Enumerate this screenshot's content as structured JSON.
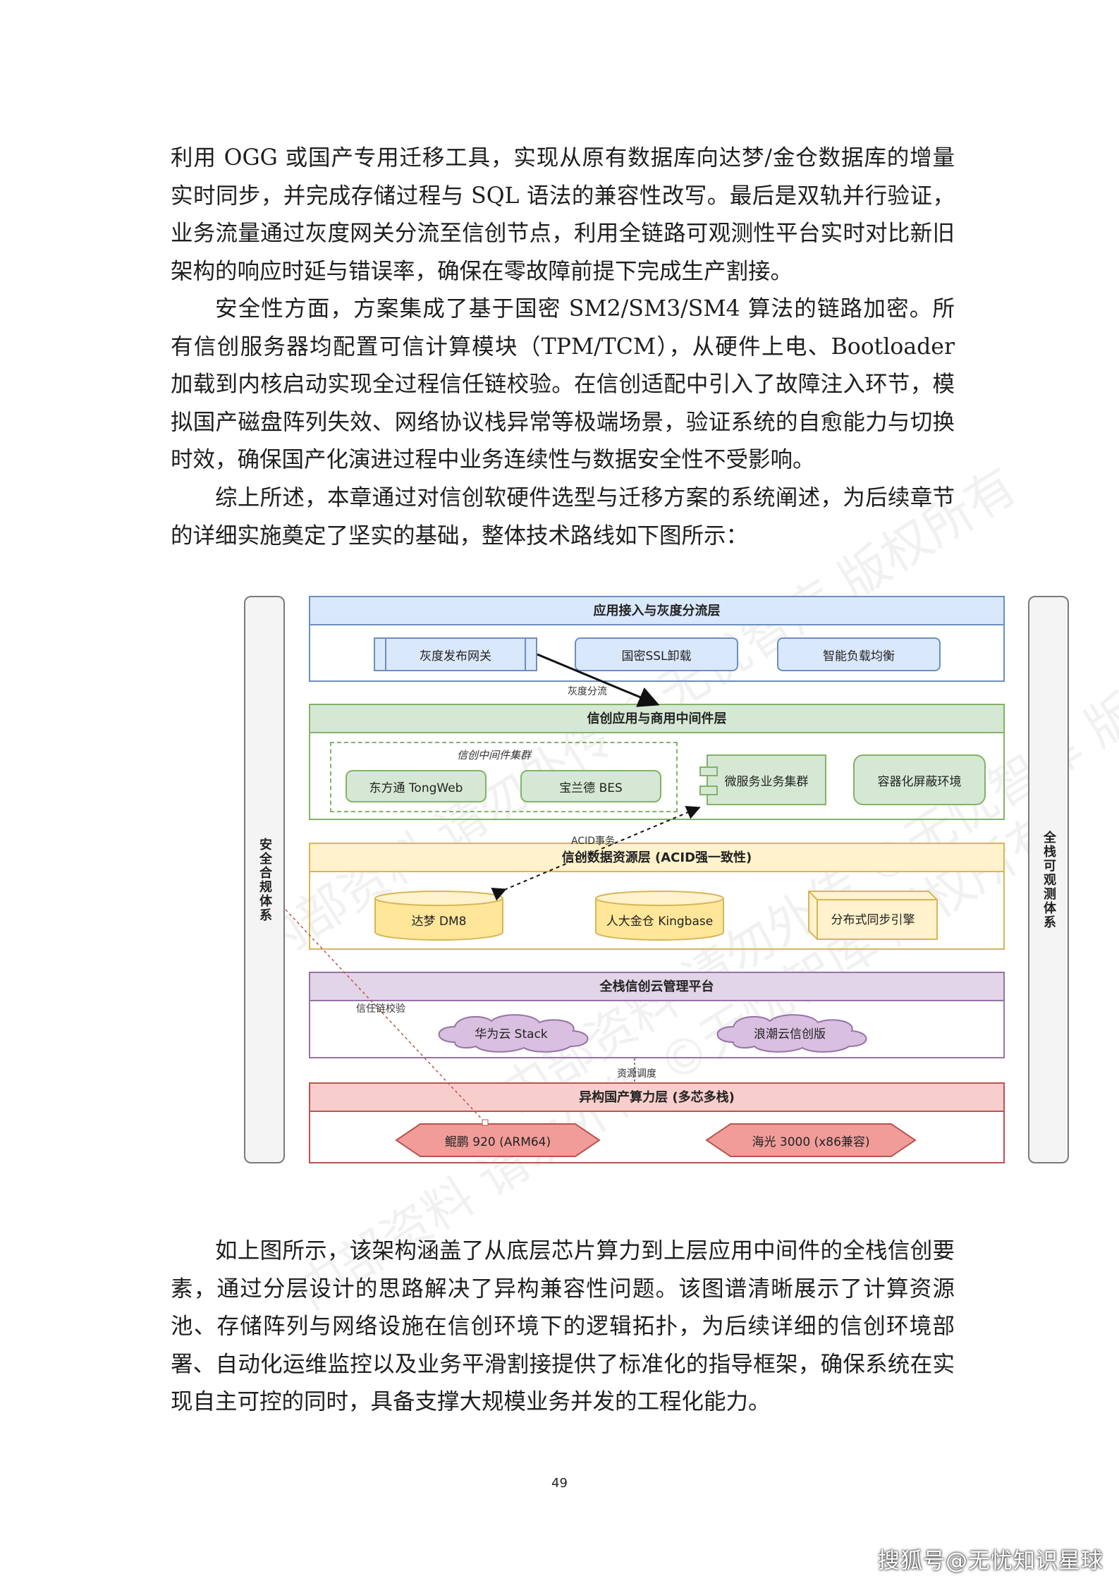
{
  "paragraphs": [
    "利用 OGG 或国产专用迁移工具，实现从原有数据库向达梦/金仓数据库的增量实时同步，并完成存储过程与 SQL 语法的兼容性改写。最后是双轨并行验证，业务流量通过灰度网关分流至信创节点，利用全链路可观测性平台实时对比新旧架构的响应时延与错误率，确保在零故障前提下完成生产割接。",
    "安全性方面，方案集成了基于国密 SM2/SM3/SM4 算法的链路加密。所有信创服务器均配置可信计算模块（TPM/TCM），从硬件上电、Bootloader 加载到内核启动实现全过程信任链校验。在信创适配中引入了故障注入环节，模拟国产磁盘阵列失效、网络协议栈异常等极端场景，验证系统的自愈能力与切换时效，确保国产化演进过程中业务连续性与数据安全性不受影响。",
    "综上所述，本章通过对信创软硬件选型与迁移方案的系统阐述，为后续章节的详细实施奠定了坚实的基础，整体技术路线如下图所示：",
    "如上图所示，该架构涵盖了从底层芯片算力到上层应用中间件的全栈信创要素，通过分层设计的思路解决了异构兼容性问题。该图谱清晰展示了计算资源池、存储阵列与网络设施在信创环境下的逻辑拓扑，为后续详细的信创环境部署、自动化运维监控以及业务平滑割接提供了标准化的指导框架，确保系统在实现自主可控的同时，具备支撑大规模业务并发的工程化能力。"
  ],
  "diagram": {
    "left_sidebar": "安全合规体系",
    "right_sidebar": "全栈可观测体系",
    "layers": {
      "access": {
        "title": "应用接入与灰度分流层",
        "nodes": [
          "灰度发布网关",
          "国密SSL卸载",
          "智能负载均衡"
        ]
      },
      "middleware": {
        "title": "信创应用与商用中间件层",
        "cluster_label": "信创中间件集群",
        "nodes": [
          "东方通 TongWeb",
          "宝兰德 BES",
          "微服务业务集群",
          "容器化屏蔽环境"
        ]
      },
      "data": {
        "title": "信创数据资源层 (ACID强一致性)",
        "nodes": [
          "达梦 DM8",
          "人大金仓 Kingbase",
          "分布式同步引擎"
        ]
      },
      "cloud": {
        "title": "全栈信创云管理平台",
        "nodes": [
          "华为云 Stack",
          "浪潮云信创版"
        ]
      },
      "compute": {
        "title": "异构国产算力层 (多芯多栈)",
        "nodes": [
          "鲲鹏 920 (ARM64)",
          "海光 3000 (x86兼容)"
        ]
      }
    },
    "edge_labels": {
      "gray_split": "灰度分流",
      "acid_txn": "ACID事务",
      "trust_chain": "信任链校验",
      "resource_sched": "资源调度"
    },
    "watermark": "内部资料 请勿外传 ©无忧智库 版权所有"
  },
  "page_number": "49",
  "brand": "搜狐号@无忧知识星球",
  "colors": {
    "blue_fill": "#dae8fc",
    "blue_stroke": "#6c8ebf",
    "green_fill": "#d5e8d4",
    "green_stroke": "#82b366",
    "yellow_fill": "#fff2cc",
    "yellow_stroke": "#d6b656",
    "purple_fill": "#e1d5e7",
    "purple_stroke": "#9673a6",
    "red_fill": "#f8cecc",
    "red_stroke": "#b85450"
  }
}
